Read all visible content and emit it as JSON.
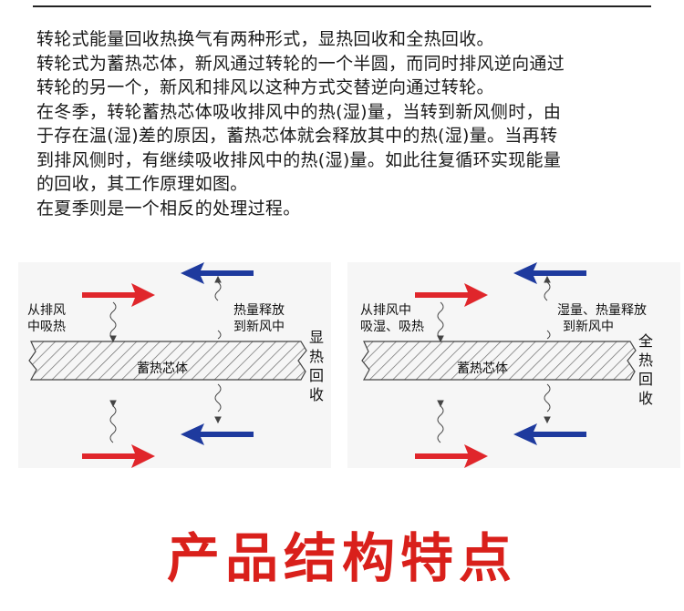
{
  "intro": {
    "paragraphs": [
      "转轮式能量回收热换气有两种形式，显热回收和全热回收。",
      "转轮式为蓄热芯体，新风通过转轮的一个半圆，而同时排风逆向通过",
      "转轮的另一个，新风和排风以这种方式交替逆向通过转轮。",
      "在冬季，转轮蓄热芯体吸收排风中的热(湿)量，当转到新风侧时，由",
      "于存在温(湿)差的原因，蓄热芯体就会释放其中的热(湿)量。当再转",
      "到排风侧时，有继续吸收排风中的热(湿)量。如此往复循环实现能量",
      "的回收，其工作原理如图。",
      "在夏季则是一个相反的处理过程。"
    ]
  },
  "diagram_sensible": {
    "left_label_1": "从排风",
    "left_label_2": "中吸热",
    "right_label_1": "热量释放",
    "right_label_2": "到新风中",
    "core_label": "蓄热芯体",
    "side_chars": [
      "显",
      "热",
      "回",
      "收"
    ]
  },
  "diagram_total": {
    "left_label_1": "从排风中",
    "left_label_2": "吸湿、吸热",
    "right_label_1": "湿量、热量释放",
    "right_label_2": "到新风中",
    "core_label": "蓄热芯体",
    "side_chars": [
      "全",
      "热",
      "回",
      "收"
    ]
  },
  "colors": {
    "red_arrow": "#e0262b",
    "blue_arrow": "#1e3a9e",
    "heading": "#d9201b"
  },
  "footer": {
    "heading": "产品结构特点"
  }
}
